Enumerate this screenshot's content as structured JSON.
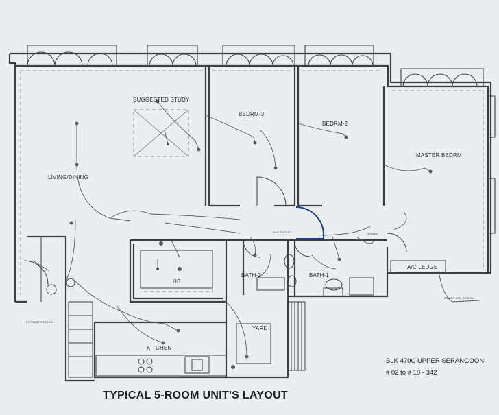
{
  "plan": {
    "rooms": {
      "suggested_study": "SUGGESTED STUDY",
      "bedroom_3": "BEDRM-3",
      "bedroom_2": "BEDRM-2",
      "master_bedroom": "MASTER BEDRM",
      "living_dining": "LIVING/DINING",
      "household_shelter": "HS",
      "bath_2": "BATH-2",
      "bath_1": "BATH-1",
      "ac_ledge": "A/C LEDGE",
      "yard": "YARD",
      "kitchen": "KITCHEN"
    },
    "small_notes": {
      "kitchen_exhaust": "EXTRACTOR/HOOD",
      "gas_note": "GAS OUTLET",
      "bath_heater": "HEATER",
      "ac_note": "3NA DP ISOL FOR CU"
    },
    "title": "TYPICAL 5-ROOM UNIT'S LAYOUT",
    "address": {
      "block": "BLK 470C  UPPER SERANGOON",
      "units": "# 02  to  # 18 - 342"
    }
  },
  "colors": {
    "paper": "#e9eef1",
    "ink": "#3c3f46",
    "electrical": "#555a62",
    "highlight_door": "#1f3f8a"
  }
}
